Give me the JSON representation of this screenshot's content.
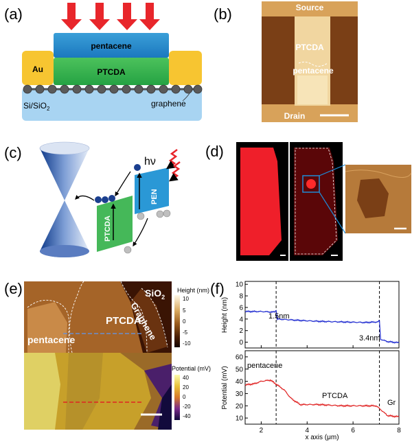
{
  "panels": {
    "a": {
      "letter": "(a)",
      "labels": {
        "pentacene": "pentacene",
        "ptcda": "PTCDA",
        "au": "Au",
        "substrate": "Si/SiO",
        "substrate_sub": "2",
        "graphene": "graphene"
      }
    },
    "b": {
      "letter": "(b)",
      "labels": {
        "source": "Source",
        "drain": "Drain",
        "ptcda": "PTCDA",
        "pentacene": "pentacene"
      }
    },
    "c": {
      "letter": "(c)",
      "labels": {
        "hv": "hν",
        "pen": "PEN",
        "ptcda": "PTCDA"
      }
    },
    "d": {
      "letter": "(d)"
    },
    "e": {
      "letter": "(e)",
      "labels": {
        "sio2": "SiO",
        "sio2_sub": "2",
        "graphene": "Graphene",
        "ptcda": "PTCDA",
        "pentacene": "pentacene"
      },
      "height_scale": {
        "title": "Height (nm)",
        "ticks": [
          "10",
          "5",
          "0",
          "-5",
          "-10"
        ]
      },
      "potential_scale": {
        "title": "Potential (mV)",
        "ticks": [
          "40",
          "20",
          "0",
          "-20",
          "-40"
        ]
      }
    },
    "f": {
      "letter": "(f)",
      "xlabel": "x axis (μm)",
      "x_ticks": [
        "2",
        "4",
        "6",
        "8"
      ],
      "height": {
        "ylabel": "Height (nm)",
        "y_ticks": [
          "0",
          "2",
          "4",
          "6",
          "8",
          "10"
        ],
        "ann1": "1.5nm",
        "ann2": "3.4nm"
      },
      "potential": {
        "ylabel": "Potential (mV)",
        "y_ticks": [
          "10",
          "20",
          "30",
          "40",
          "50",
          "60"
        ],
        "ann_pen": "pentacene",
        "ann_ptcda": "PTCDA",
        "ann_gr": "Gr"
      }
    }
  },
  "chart_data": [
    {
      "type": "line",
      "ylabel": "Height (nm)",
      "xlabel": "x axis (μm)",
      "xlim": [
        1.3,
        8
      ],
      "ylim": [
        -1,
        10.5
      ],
      "series": [
        {
          "x": [
            1.3,
            2.0,
            2.5,
            2.65,
            2.7,
            3.5,
            4.5,
            5.5,
            6.5,
            7.1,
            7.15,
            7.2,
            7.5,
            8.0
          ],
          "values": [
            5.3,
            5.3,
            5.2,
            5.4,
            4.0,
            3.8,
            3.6,
            3.5,
            3.4,
            3.5,
            3.8,
            0.5,
            0.1,
            -0.1
          ]
        }
      ],
      "vlines": [
        2.65,
        7.15
      ]
    },
    {
      "type": "line",
      "ylabel": "Potential (mV)",
      "xlabel": "x axis (μm)",
      "xlim": [
        1.3,
        8
      ],
      "ylim": [
        5,
        65
      ],
      "series": [
        {
          "x": [
            1.3,
            1.7,
            2.0,
            2.4,
            2.7,
            3.0,
            3.3,
            3.7,
            4.5,
            5.5,
            6.5,
            7.0,
            7.2,
            7.5,
            8.0
          ],
          "values": [
            37,
            38,
            40,
            41,
            37,
            33,
            26,
            21,
            21,
            20,
            20,
            20,
            17,
            12,
            11
          ]
        }
      ],
      "vlines": [
        2.65,
        7.15
      ]
    }
  ]
}
